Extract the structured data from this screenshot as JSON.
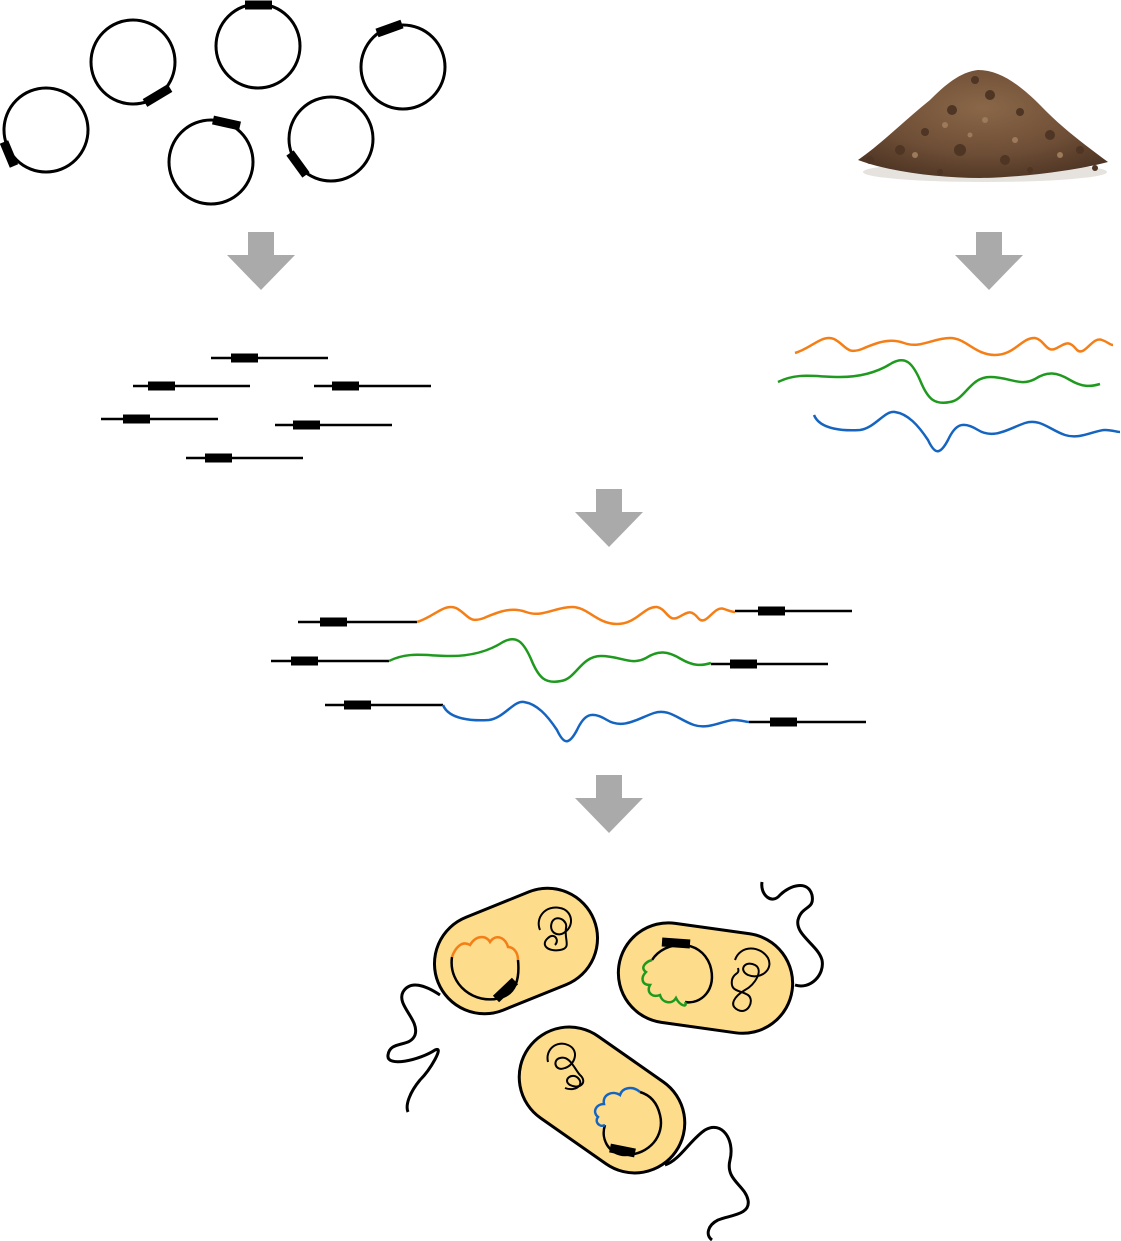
{
  "diagram": {
    "description_free": true,
    "colors": {
      "line": "#000000",
      "arrow": "#aaaaaa",
      "insert_1": "#f57f17",
      "insert_2": "#1f9a1f",
      "insert_3": "#1565c0",
      "cell_fill": "#fddc8c",
      "soil_dark": "#4e3524",
      "soil_mid": "#6e4e36",
      "soil_light": "#8a6748"
    },
    "icons": {
      "plasmid": "circular-dna-icon",
      "soil": "soil-pile-icon",
      "arrow": "down-arrow-icon",
      "bacterium": "bacterium-icon"
    },
    "counts": {
      "plasmids": 6,
      "linear_vectors": 6,
      "dna_fragments": 3,
      "recombinant_constructs": 3,
      "bacteria": 3
    }
  }
}
